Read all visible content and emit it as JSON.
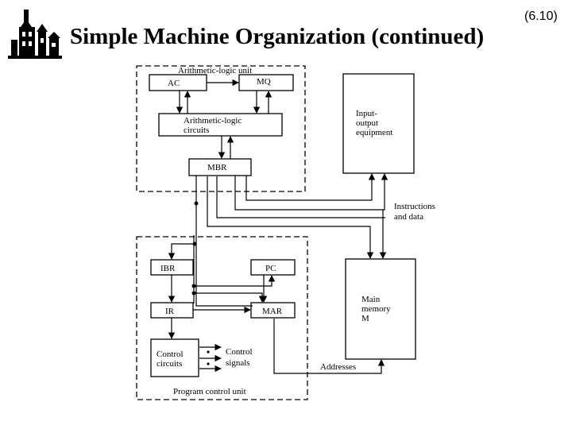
{
  "slide": {
    "title": "Simple Machine Organization (continued)",
    "number": "(6.10)"
  },
  "diagram": {
    "alu_unit_label": "Arithmetic-logic unit",
    "ac": "AC",
    "mq": "MQ",
    "alc_line1": "Arithmetic-logic",
    "alc_line2": "circuits",
    "mbr": "MBR",
    "io_line1": "Input-",
    "io_line2": "output",
    "io_line3": "equipment",
    "instructions_line1": "Instructions",
    "instructions_line2": "and data",
    "ibr": "IBR",
    "pc": "PC",
    "ir": "IR",
    "mar": "MAR",
    "mem_line1": "Main",
    "mem_line2": "memory",
    "mem_line3": "M",
    "cc_line1": "Control",
    "cc_line2": "circuits",
    "cs_line1": "Control",
    "cs_line2": "signals",
    "addresses": "Addresses",
    "pcu_label": "Program control unit"
  }
}
